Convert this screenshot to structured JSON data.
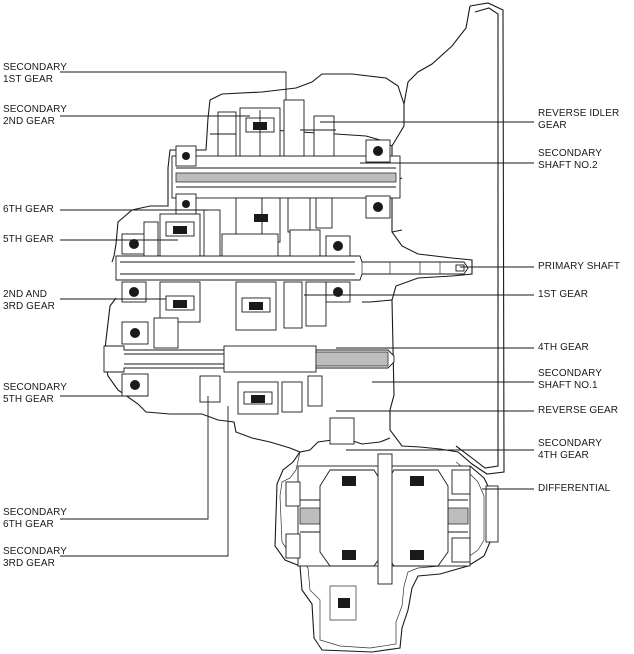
{
  "labels": {
    "secondary_1st_gear": "SECONDARY\n1ST GEAR",
    "secondary_2nd_gear": "SECONDARY\n2ND GEAR",
    "sixth_gear": "6TH GEAR",
    "fifth_gear": "5TH GEAR",
    "second_third_gear": "2ND AND\n3RD GEAR",
    "secondary_5th_gear": "SECONDARY\n5TH GEAR",
    "secondary_6th_gear": "SECONDARY\n6TH GEAR",
    "secondary_3rd_gear": "SECONDARY\n3RD GEAR",
    "reverse_idler_gear": "REVERSE IDLER\nGEAR",
    "secondary_shaft_no2": "SECONDARY\nSHAFT NO.2",
    "primary_shaft": "PRIMARY SHAFT",
    "first_gear": "1ST GEAR",
    "fourth_gear": "4TH GEAR",
    "secondary_shaft_no1": "SECONDARY\nSHAFT NO.1",
    "reverse_gear": "REVERSE GEAR",
    "secondary_4th_gear": "SECONDARY\n4TH GEAR",
    "differential": "DIFFERENTIAL"
  }
}
